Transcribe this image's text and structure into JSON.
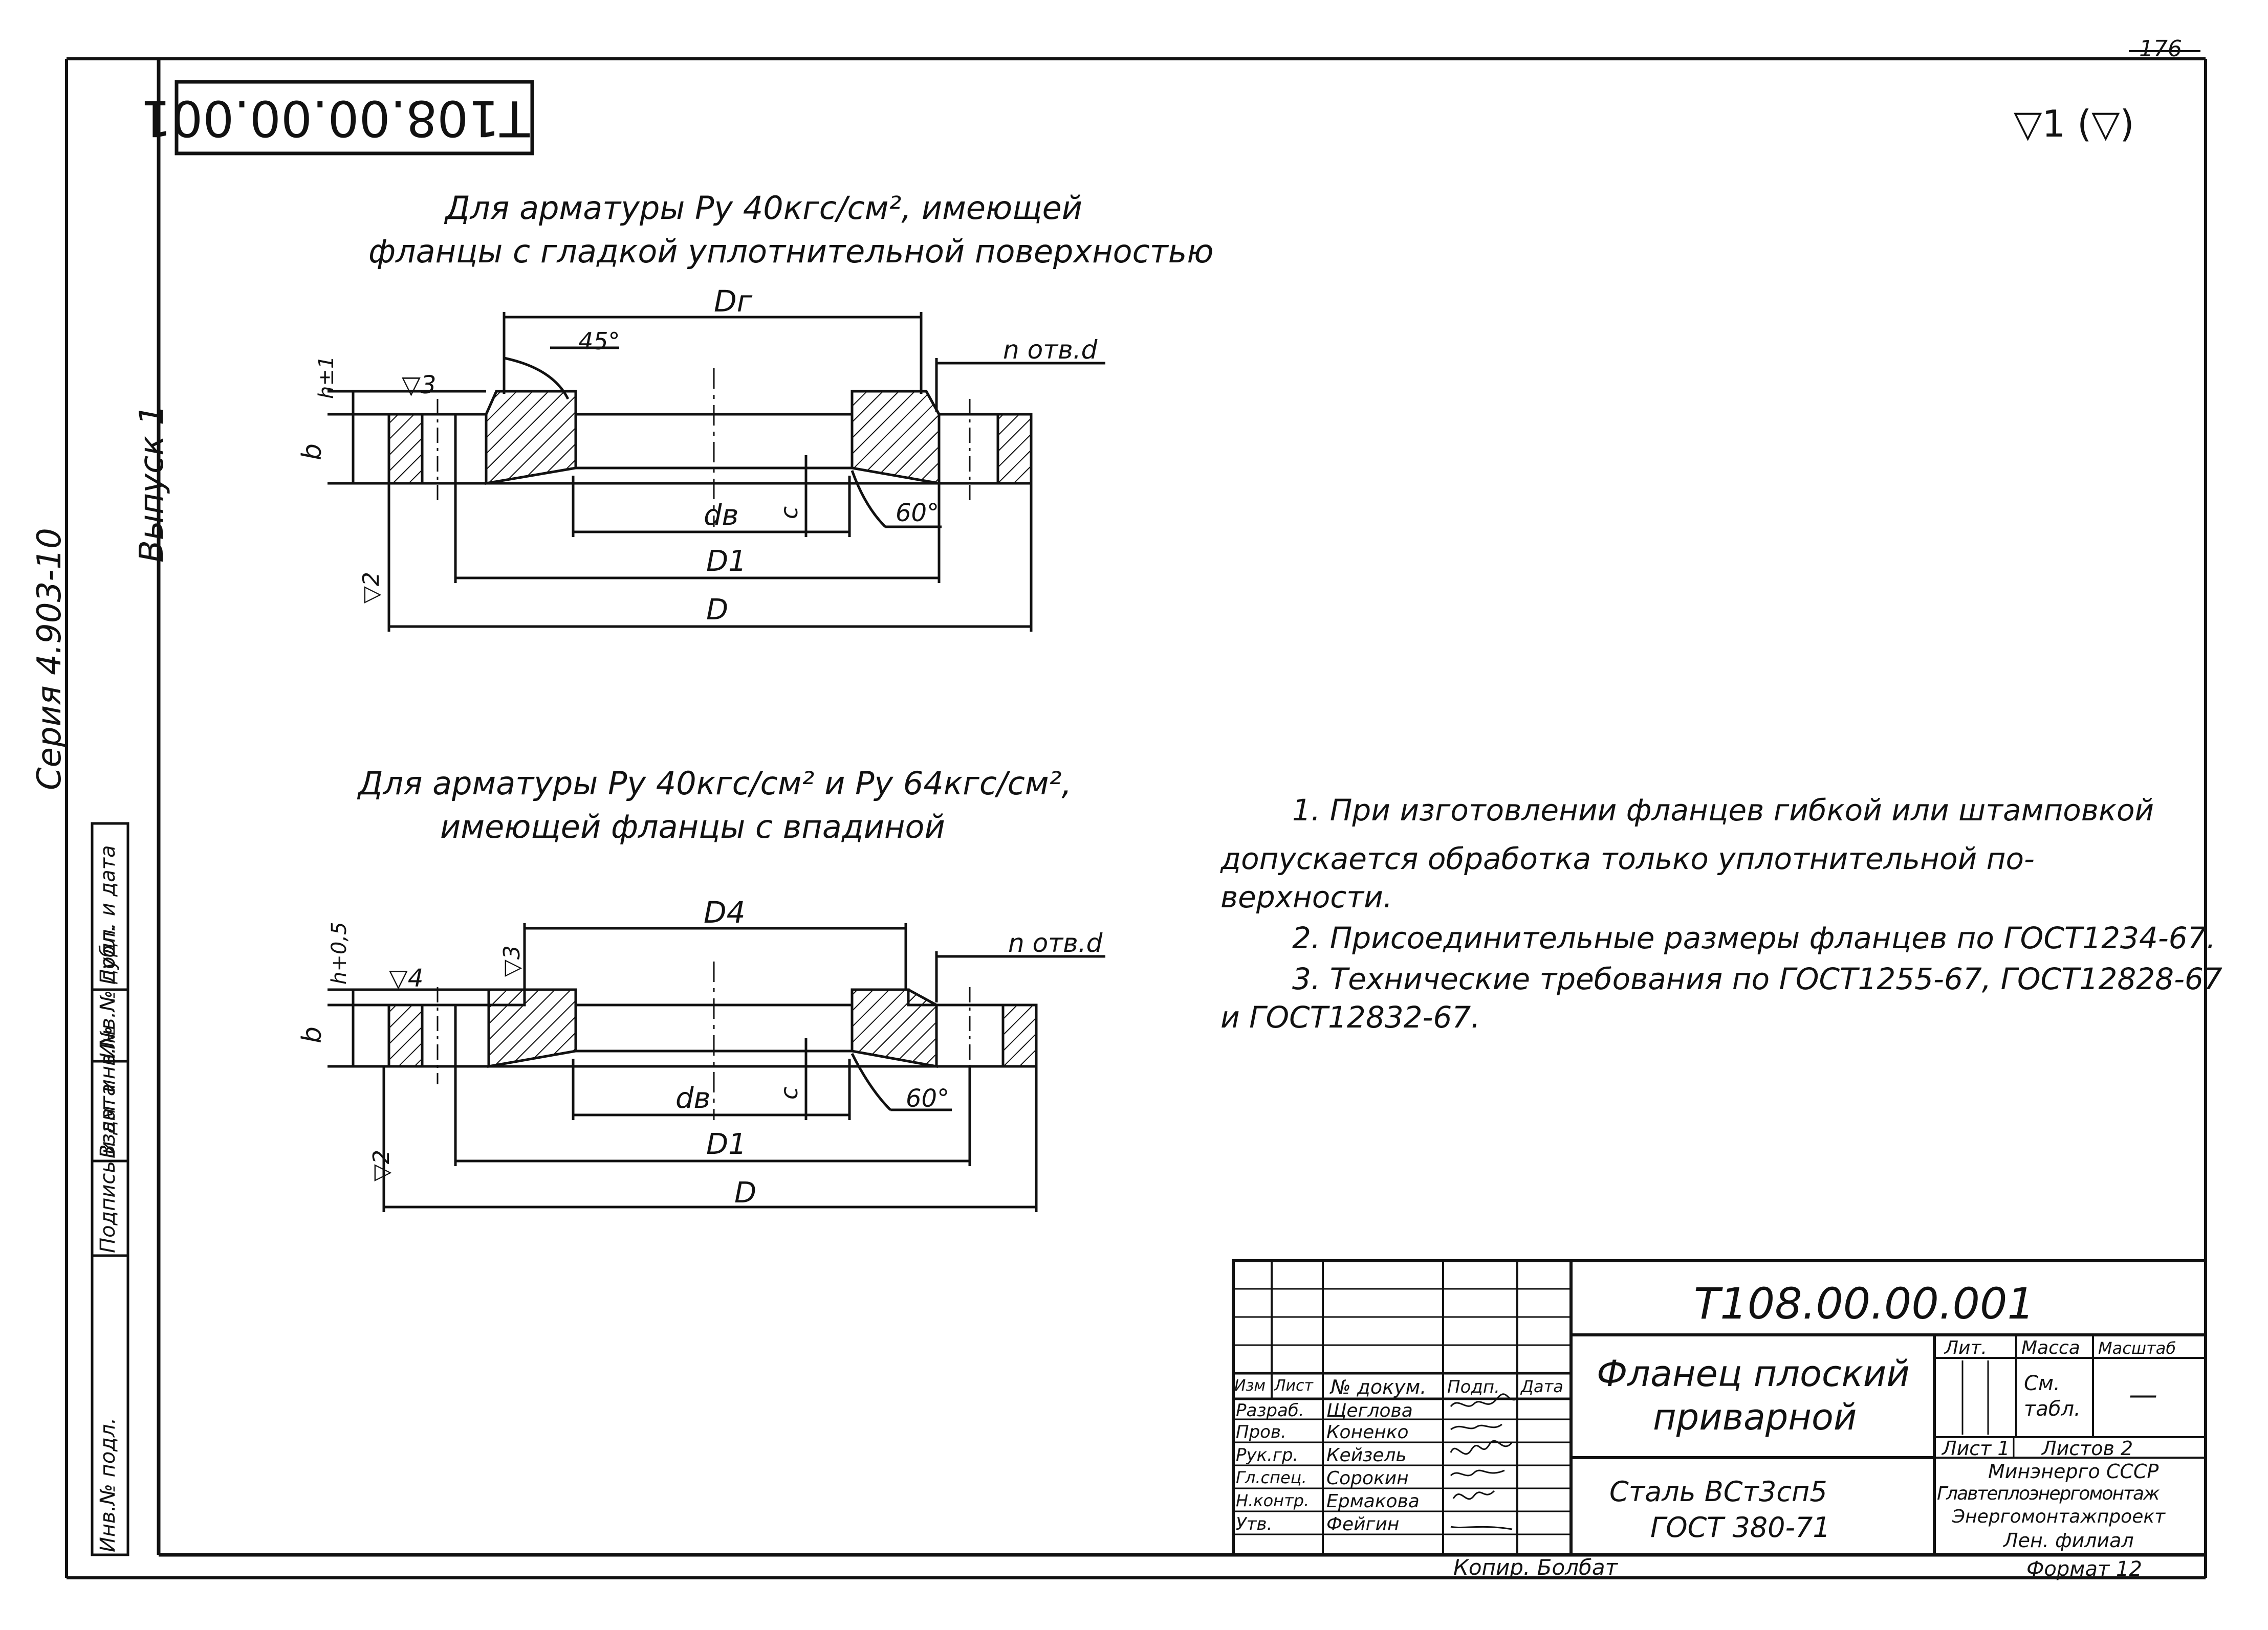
{
  "page_number": "176",
  "code_stamp": "Т108.00.00.001",
  "roughness_mark": "▽1 (▽)",
  "side": {
    "series": "Серия 4.903-10",
    "issue": "Выпуск 1",
    "stamp_cols": [
      "Инв.№ подл.",
      "Подпись и дата",
      "Взам. инв.№",
      "Инв.№ дубл.",
      "Подп. и дата"
    ]
  },
  "fig1": {
    "caption1": "Для арматуры Pу 40кгс/см², имеющей",
    "caption2": "фланцы с гладкой уплотнительной поверхностью",
    "dims": {
      "Dz": "Dг",
      "angle45": "45°",
      "holes": "n отв.d",
      "h": "h±1",
      "rough": "▽3",
      "b": "b",
      "dv": "dв",
      "c": "c",
      "angle60": "60°",
      "D1": "D1",
      "D": "D",
      "side_rough": "▽2"
    }
  },
  "fig2": {
    "caption1": "Для арматуры Pу 40кгс/см² и Pу 64кгс/см²,",
    "caption2": "имеющей фланцы с впадиной",
    "dims": {
      "D4": "D4",
      "holes": "n отв.d",
      "h": "h+0,5",
      "rough_top": "▽3",
      "rough": "▽4",
      "b": "b",
      "dv": "dв",
      "c": "c",
      "angle60": "60°",
      "D1": "D1",
      "D": "D",
      "side_rough": "▽2"
    }
  },
  "notes": [
    "1. При изготовлении фланцев гибкой или штамповкой",
    "допускается обработка только уплотнительной  по-",
    "верхности.",
    "2. Присоединительные размеры фланцев по ГОСТ1234-67.",
    "3. Технические требования по ГОСТ1255-67, ГОСТ12828-67",
    "и ГОСТ12832-67."
  ],
  "titleblock": {
    "code": "Т108.00.00.001",
    "name1": "Фланец плоский",
    "name2": "приварной",
    "material1": "Сталь ВСт3сп5",
    "material2": "ГОСТ 380-71",
    "headers": [
      "Изм",
      "Лист",
      "№ докум.",
      "Подп.",
      "Дата"
    ],
    "roles": [
      "Разраб.",
      "Пров.",
      "Рук.гр.",
      "Гл.спец.",
      "Н.контр.",
      "Утв."
    ],
    "people": [
      "Щеглова",
      "Коненко",
      "Кейзель",
      "Сорокин",
      "Ермакова",
      "Фейгин"
    ],
    "lit": "Лит.",
    "mass": "Масса",
    "scale": "Масштаб",
    "mass_value": "См. табл.",
    "scale_value": "—",
    "sheet": "Лист 1",
    "sheets": "Листов 2",
    "org1": "Минэнерго СССР",
    "org2": "Главтеплоэнергомонтаж",
    "org3": "Энергомонтажпроект",
    "org4": "Лен. филиал"
  },
  "copied": "Копир. Болбат",
  "format": "Формат 12"
}
